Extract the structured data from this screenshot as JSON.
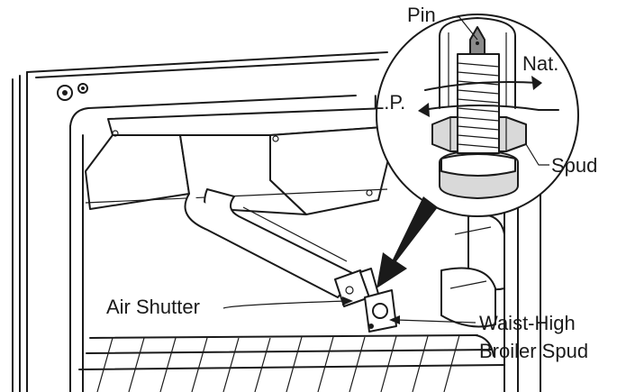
{
  "labels": {
    "pin": "Pin",
    "nat": "Nat.",
    "lp": "L.P.",
    "spud": "Spud",
    "air_shutter": "Air Shutter",
    "waist_high_line1": "Waist-High",
    "waist_high_line2": "Broiler Spud"
  }
}
